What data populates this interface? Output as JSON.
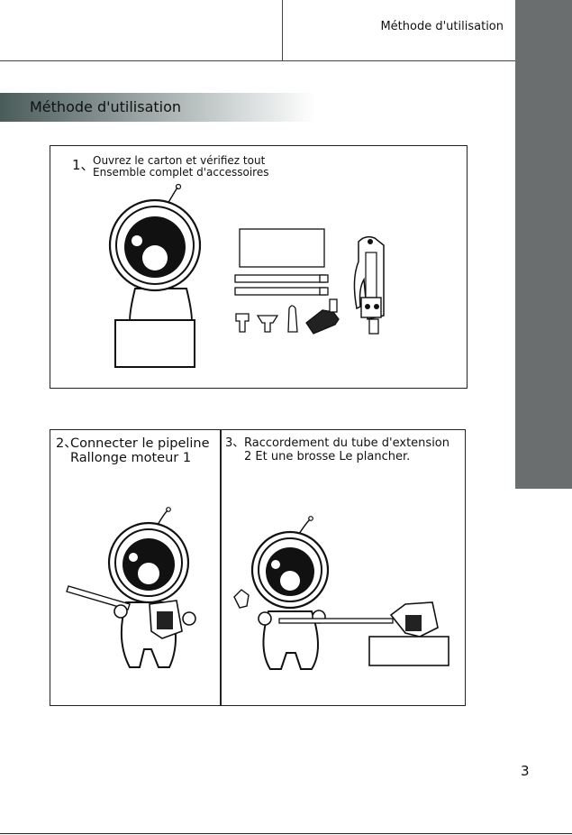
{
  "header": {
    "title": "Méthode d'utilisation"
  },
  "section": {
    "title": "Méthode d'utilisation"
  },
  "steps": [
    {
      "num": "1、",
      "line1": "Ouvrez le carton et vérifiez tout",
      "line2": "Ensemble complet d'accessoires"
    },
    {
      "num": "2、",
      "line1": "Connecter le pipeline",
      "line2": "Rallonge moteur 1"
    },
    {
      "num": "3、",
      "line1": "Raccordement du tube d'extension",
      "line2": "2 Et une brosse Le plancher."
    }
  ],
  "page_number": "3"
}
